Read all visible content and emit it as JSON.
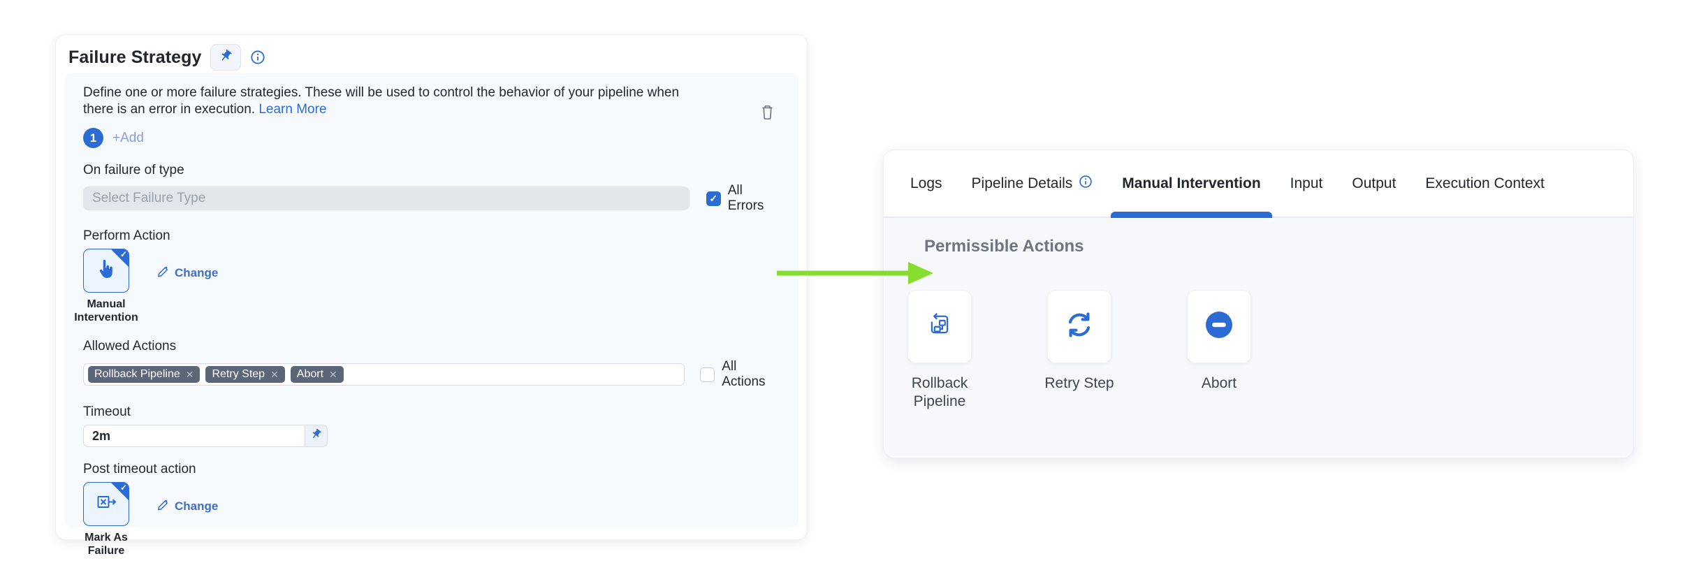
{
  "colors": {
    "accent_blue": "#2b6cd4",
    "link_blue": "#3b6fd0",
    "tag_bg": "#5b6678",
    "arrow_green": "#86dc2f",
    "muted_add": "#8d9bd6"
  },
  "failure_strategy": {
    "title": "Failure Strategy",
    "description": "Define one or more failure strategies. These will be used to control the behavior of your pipeline when there is an error in execution.",
    "learn_more": "Learn More",
    "strategy_index": "1",
    "add_label": "+Add",
    "fields": {
      "failure_type": {
        "label": "On failure of type",
        "placeholder": "Select Failure Type",
        "all_errors_label": "All Errors",
        "all_errors_checked": true
      },
      "perform_action": {
        "label": "Perform Action",
        "selected_line1": "Manual",
        "selected_line2": "Intervention",
        "change_label": "Change"
      },
      "allowed_actions": {
        "label": "Allowed Actions",
        "tags": [
          "Rollback Pipeline",
          "Retry Step",
          "Abort"
        ],
        "remove_glyph": "✕",
        "all_actions_label": "All Actions",
        "all_actions_checked": false
      },
      "timeout": {
        "label": "Timeout",
        "value": "2m"
      },
      "post_timeout_action": {
        "label": "Post timeout action",
        "selected_line1": "Mark As",
        "selected_line2": "Failure",
        "change_label": "Change"
      }
    }
  },
  "detail_panel": {
    "tabs": [
      {
        "label": "Logs"
      },
      {
        "label": "Pipeline Details"
      },
      {
        "label": "Manual Intervention",
        "active": true
      },
      {
        "label": "Input"
      },
      {
        "label": "Output"
      },
      {
        "label": "Execution Context"
      }
    ],
    "section_title": "Permissible Actions",
    "actions": [
      {
        "label": "Rollback Pipeline"
      },
      {
        "label": "Retry Step"
      },
      {
        "label": "Abort"
      }
    ]
  }
}
